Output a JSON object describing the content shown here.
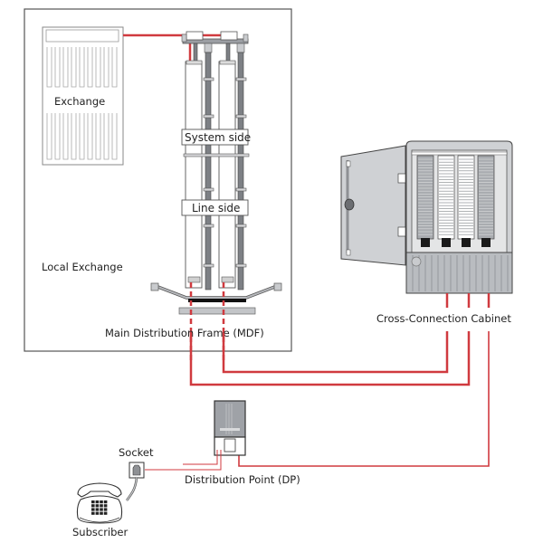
{
  "title": "Telephone network: Local Exchange to Subscriber",
  "labels": {
    "exchange": "Exchange",
    "system_side": "System side",
    "line_side": "Line side",
    "local_exchange": "Local Exchange",
    "mdf": "Main Distribution Frame (MDF)",
    "cabinet": "Cross-Connection Cabinet",
    "socket": "Socket",
    "dp": "Distribution Point (DP)",
    "subscriber": "Subscriber"
  },
  "colors": {
    "cable": "#d03a3f",
    "outline": "#444444",
    "metal": "#9b9ea3",
    "metal_light": "#c9cbce",
    "panel": "#e8e8e8",
    "background": "#ffffff"
  },
  "components": [
    {
      "id": "exchange",
      "label_key": "exchange"
    },
    {
      "id": "mdf",
      "label_key": "mdf"
    },
    {
      "id": "cabinet",
      "label_key": "cabinet"
    },
    {
      "id": "dp",
      "label_key": "dp"
    },
    {
      "id": "socket",
      "label_key": "socket"
    },
    {
      "id": "subscriber",
      "label_key": "subscriber"
    }
  ],
  "connections": [
    {
      "from": "exchange",
      "to": "mdf",
      "side": "system"
    },
    {
      "from": "mdf",
      "to": "cabinet",
      "side": "line"
    },
    {
      "from": "mdf",
      "to": "cabinet",
      "side": "line"
    },
    {
      "from": "cabinet",
      "to": "dp"
    },
    {
      "from": "dp",
      "to": "socket"
    },
    {
      "from": "socket",
      "to": "subscriber"
    }
  ]
}
